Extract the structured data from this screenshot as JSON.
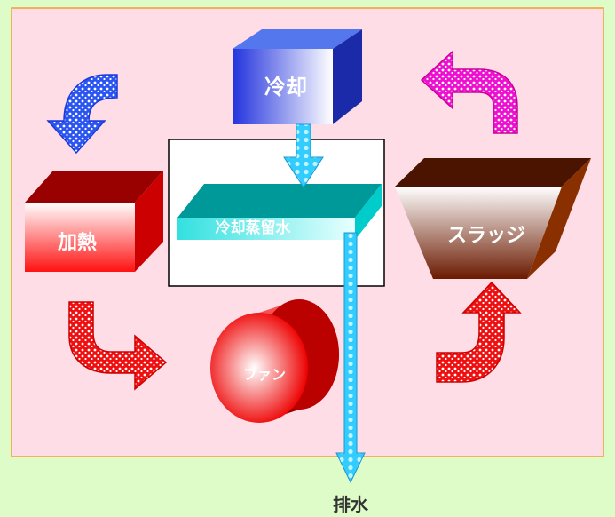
{
  "labels": {
    "cooling": "冷却",
    "heating": "加熱",
    "distilled_water": "冷却蒸留水",
    "sludge": "スラッジ",
    "fan": "ファン",
    "drain": "排水"
  },
  "colors": {
    "background": "#ddfcc8",
    "panel": "#ffdde6",
    "panel_border": "#f0a030",
    "cooling_box": "#2233cc",
    "heating_box": "#cc0000",
    "tray": "#00a0a0",
    "sludge_box": "#5a1a00",
    "blue_arrow": "#2255ee",
    "magenta_arrow": "#ee00cc",
    "red_arrow": "#ee0000",
    "drain_stream": "#33ccff"
  }
}
